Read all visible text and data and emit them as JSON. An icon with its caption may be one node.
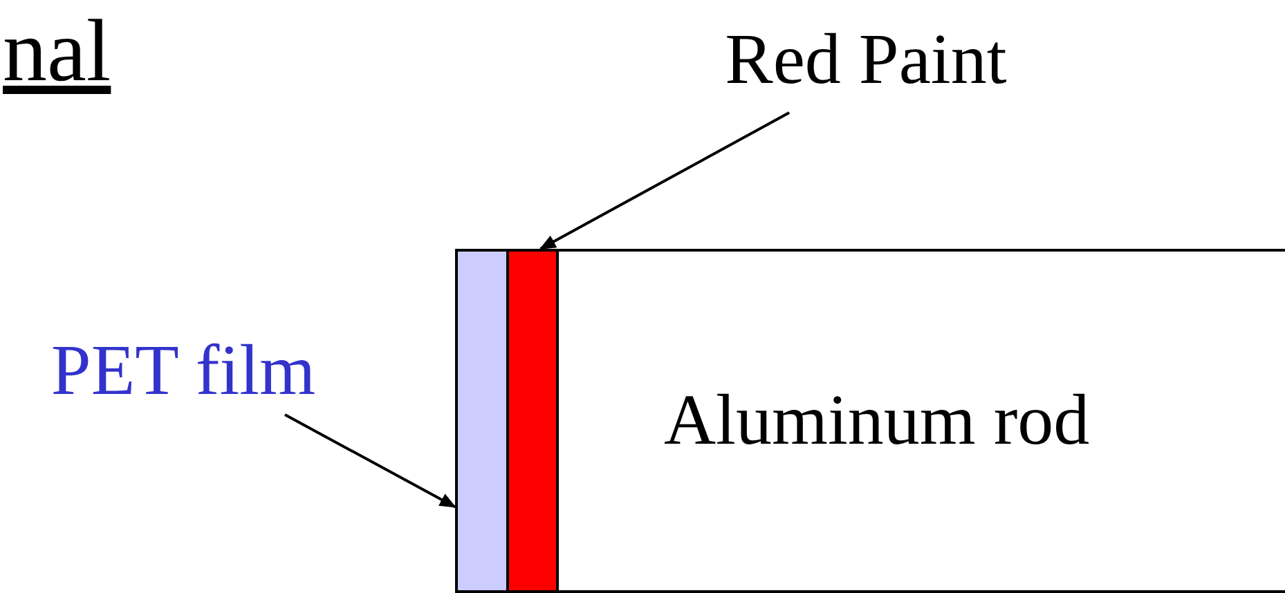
{
  "diagram": {
    "nodes": [
      {
        "text": [
          "Red Paint"
        ]
      },
      {
        "text": [
          "PET film"
        ]
      },
      {
        "text": [],
        "shape": "box"
      },
      {
        "text": [],
        "shape": "box"
      },
      {
        "text": [
          "Aluminum rod"
        ]
      }
    ],
    "edges": [
      {
        "from": 0,
        "to": 3,
        "arrow": "to"
      },
      {
        "from": 1,
        "to": 2,
        "arrow": "to"
      }
    ],
    "labels": [
      "nal"
    ]
  }
}
